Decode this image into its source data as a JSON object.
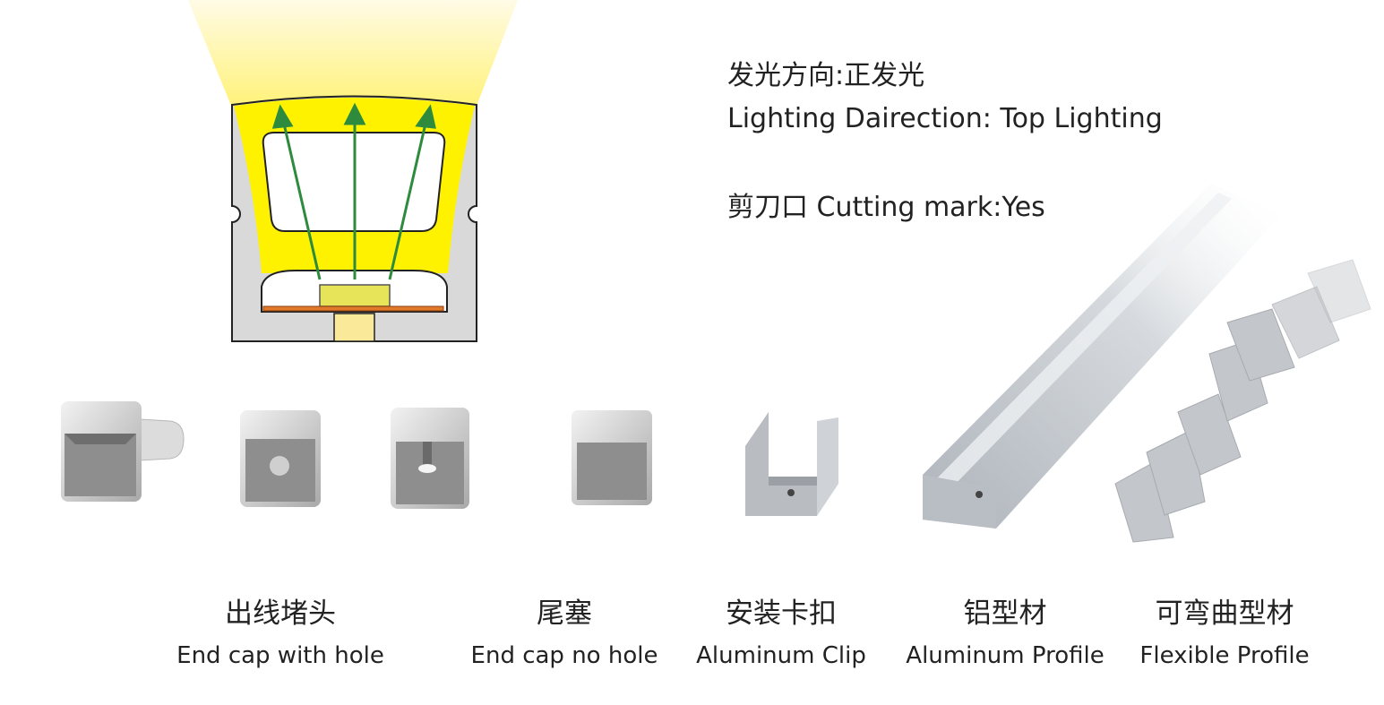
{
  "specs": {
    "direction_zh": "发光方向:正发光",
    "direction_en": "Lighting Dairection: Top Lighting",
    "cutting": "剪刀口 Cutting mark:Yes"
  },
  "products": [
    {
      "zh": "出线堵头",
      "en": "End cap with hole"
    },
    {
      "zh": "尾塞",
      "en": "End cap no hole"
    },
    {
      "zh": "安装卡扣",
      "en": "Aluminum Clip"
    },
    {
      "zh": "铝型材",
      "en": "Aluminum Profile"
    },
    {
      "zh": "可弯曲型材",
      "en": "Flexible Profile"
    }
  ],
  "colors": {
    "light": "#fff200",
    "arrow": "#2e8b3e",
    "housing": "#d8d8d8",
    "pcb": "#e07a2a",
    "chip": "#e8e45a"
  }
}
